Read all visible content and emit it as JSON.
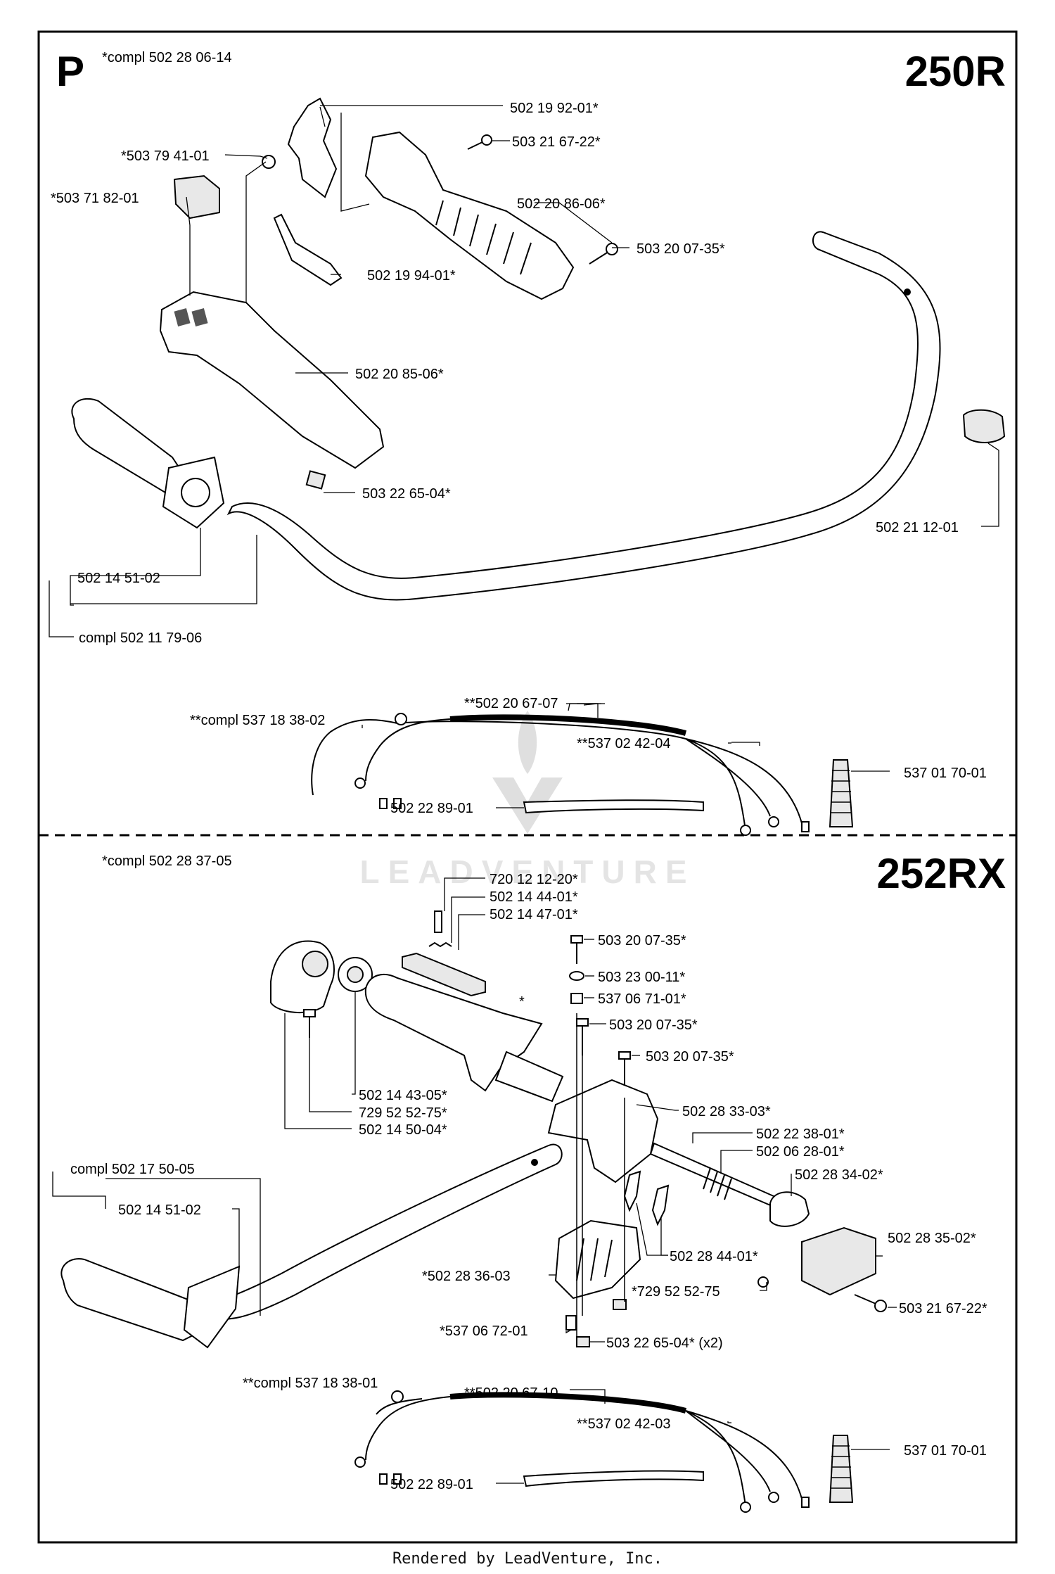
{
  "sections": [
    {
      "letter": "P",
      "model": "250R",
      "compl_label": "*compl 502 28 06-14",
      "parts": [
        "502 19 92-01*",
        "*503 79 41-01",
        "503 21 67-22*",
        "*503 71 82-01",
        "502 20 86-06*",
        "503 20 07-35*",
        "502 19 94-01*",
        "502 20 85-06*",
        "503 22 65-04*",
        "502 21 12-01",
        "502 14 51-02",
        "compl 502 11 79-06",
        "**compl 537 18 38-02",
        "**502 20 67-07",
        "**537 02 42-04",
        "537 01 70-01",
        "502 22 89-01"
      ]
    },
    {
      "model": "252RX",
      "compl_label": "*compl 502 28 37-05",
      "parts": [
        "720 12 12-20*",
        "502 14 44-01*",
        "502 14 47-01*",
        "503 20 07-35*",
        "503 23 00-11*",
        "537 06 71-01*",
        "*",
        "503 20 07-35*",
        "503 20 07-35*",
        "502 14 43-05*",
        "729 52 52-75*",
        "502 14 50-04*",
        "502 28 33-03*",
        "compl 502 17 50-05",
        "502 22 38-01*",
        "502 06 28-01*",
        "502 14 51-02",
        "502 28 34-02*",
        "502 28 35-02*",
        "502 28 44-01*",
        "*502 28 36-03",
        "*729 52 52-75",
        "503 21 67-22*",
        "*537 06 72-01",
        "503 22 65-04* (x2)",
        "**compl 537 18 38-01",
        "**502 20 67-10",
        "**537 02 42-03",
        "537 01 70-01",
        "502 22 89-01"
      ]
    }
  ],
  "watermark": "LEADVENTURE",
  "footer": "Rendered by LeadVenture, Inc."
}
